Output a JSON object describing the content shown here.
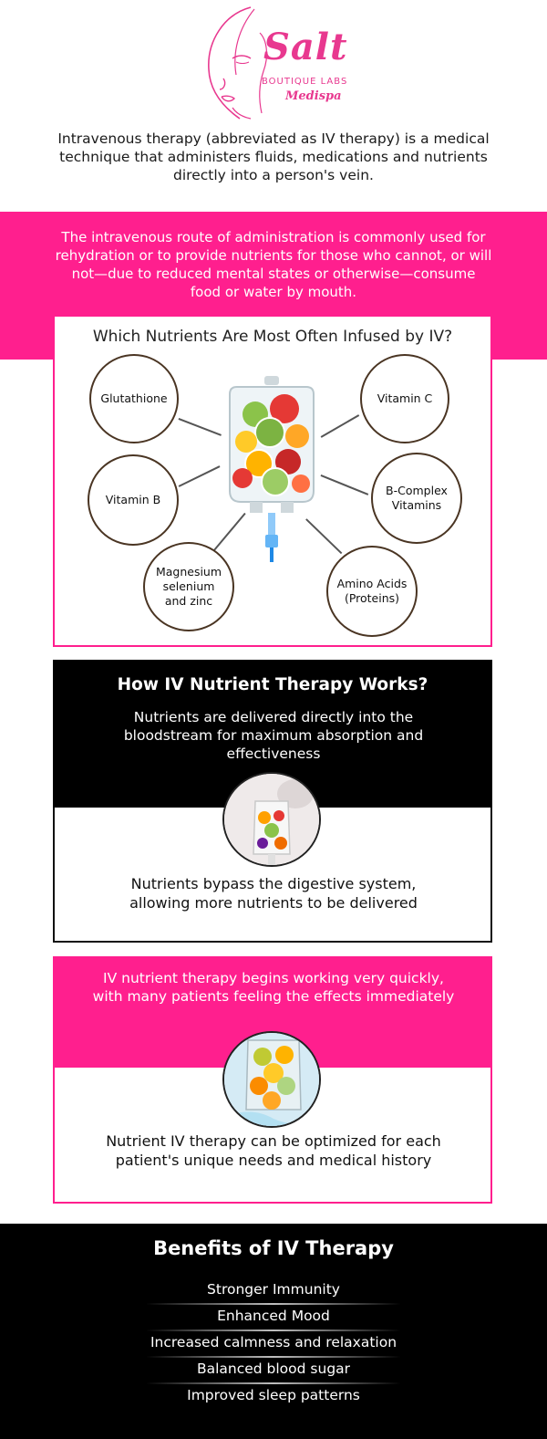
{
  "brand": {
    "name": "Salt",
    "tagline": "BOUTIQUE LABS",
    "sub": "Medispa",
    "accent_color": "#ff1f8e"
  },
  "intro_text": "Intravenous therapy (abbreviated as IV therapy) is a medical technique that administers fluids, medications and nutrients directly into a person's vein.",
  "route_text": "The intravenous route of administration is commonly used for rehydration or to provide nutrients for those who cannot, or will not—due to reduced mental states or otherwise—consume food or water by mouth.",
  "nutrients": {
    "title": "Which Nutrients Are Most Often Infused by IV?",
    "items": [
      "Glutathione",
      "Vitamin C",
      "Vitamin B",
      "B-Complex Vitamins",
      "Magnesium selenium and zinc",
      "Amino Acids (Proteins)"
    ],
    "center_icon": "iv-bag-with-fruit-icon"
  },
  "how_it_works": {
    "title": "How IV Nutrient Therapy Works?",
    "subtitle": "Nutrients are delivered directly into the bloodstream for maximum absorption and effectiveness",
    "detail": "Nutrients bypass the digestive system, allowing more nutrients to be delivered"
  },
  "quick_effect": {
    "subtitle": "IV nutrient therapy begins working very quickly, with many patients feeling the effects immediately",
    "detail": "Nutrient IV therapy can be optimized for each patient's unique needs and medical history"
  },
  "benefits": {
    "title": "Benefits of IV Therapy",
    "items": [
      "Stronger Immunity",
      "Enhanced Mood",
      "Increased calmness and relaxation",
      "Balanced blood sugar",
      "Improved sleep patterns"
    ]
  }
}
